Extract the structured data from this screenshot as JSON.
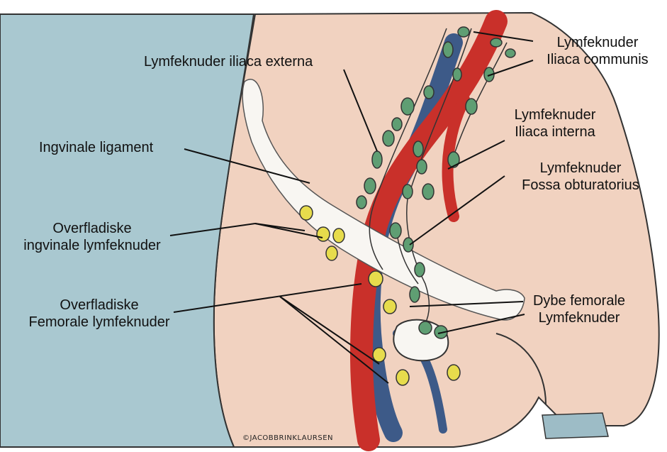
{
  "colors": {
    "background_left": "#a9c8d0",
    "skin": "#f1d2c0",
    "artery": "#c9302a",
    "vein": "#3d5a88",
    "iliac_node": "#5f9e73",
    "superficial_node": "#e7dc4c",
    "ligament": "#f8f6f2",
    "outline": "#333333"
  },
  "labels": {
    "iliaca_externa": "Lymfeknuder iliaca externa",
    "iliaca_communis_1": "Lymfeknuder",
    "iliaca_communis_2": "Iliaca communis",
    "iliaca_interna_1": "Lymfeknuder",
    "iliaca_interna_2": "Iliaca interna",
    "fossa_1": "Lymfeknuder",
    "fossa_2": "Fossa obturatorius",
    "ingvinale_ligament": "Ingvinale ligament",
    "overfladiske_ingvinale_1": "Overfladiske",
    "overfladiske_ingvinale_2": "ingvinale lymfeknuder",
    "overfladiske_femorale_1": "Overfladiske",
    "overfladiske_femorale_2": "Femorale lymfeknuder",
    "dybe_femorale_1": "Dybe femorale",
    "dybe_femorale_2": "Lymfeknuder"
  },
  "signature": "©JACOBBRINKLAURSEN"
}
